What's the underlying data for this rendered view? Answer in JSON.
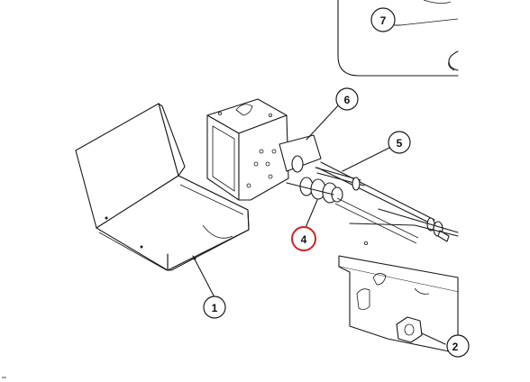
{
  "callouts": [
    {
      "id": "c1",
      "label": "1",
      "highlight": false
    },
    {
      "id": "c2",
      "label": "2",
      "highlight": false
    },
    {
      "id": "c4",
      "label": "4",
      "highlight": true
    },
    {
      "id": "c5",
      "label": "5",
      "highlight": false
    },
    {
      "id": "c6",
      "label": "6",
      "highlight": false
    },
    {
      "id": "c7",
      "label": "7",
      "highlight": false
    }
  ],
  "colors": {
    "line": "#1a1a1a",
    "highlight": "#cc2222",
    "background": "#ffffff"
  }
}
